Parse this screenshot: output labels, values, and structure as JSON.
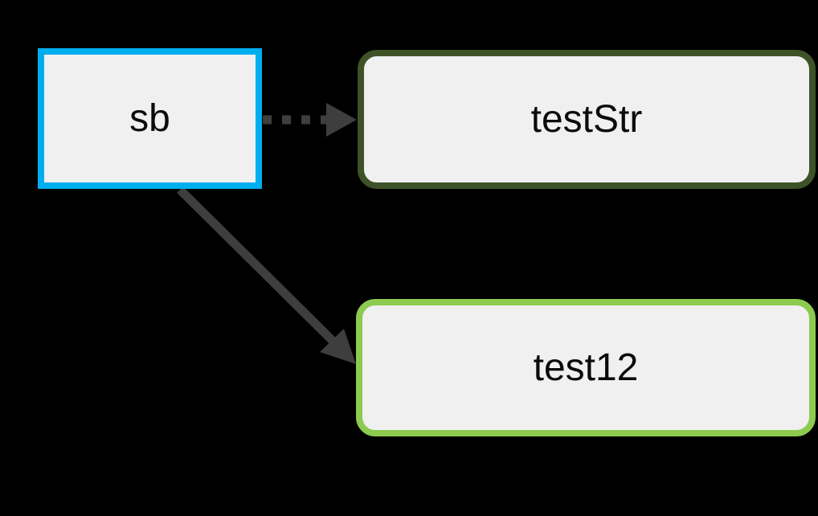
{
  "diagram": {
    "background_color": "#000000",
    "node_fill_color": "#F0F0F1",
    "label_color": "#0b0b0b",
    "nodes": [
      {
        "id": "sb",
        "label": "sb",
        "border_color": "#00AEEF",
        "shape": "rectangle"
      },
      {
        "id": "testStr",
        "label": "testStr",
        "border_color": "#3D5327",
        "shape": "rounded-rectangle"
      },
      {
        "id": "test12",
        "label": "test12",
        "border_color": "#8CCB4F",
        "shape": "rounded-rectangle"
      }
    ],
    "edges": [
      {
        "from": "sb",
        "to": "testStr",
        "style": "dashed",
        "color": "#3E3E3E",
        "dash": "11 13"
      },
      {
        "from": "sb",
        "to": "test12",
        "style": "solid",
        "color": "#3E3E3E"
      }
    ]
  }
}
